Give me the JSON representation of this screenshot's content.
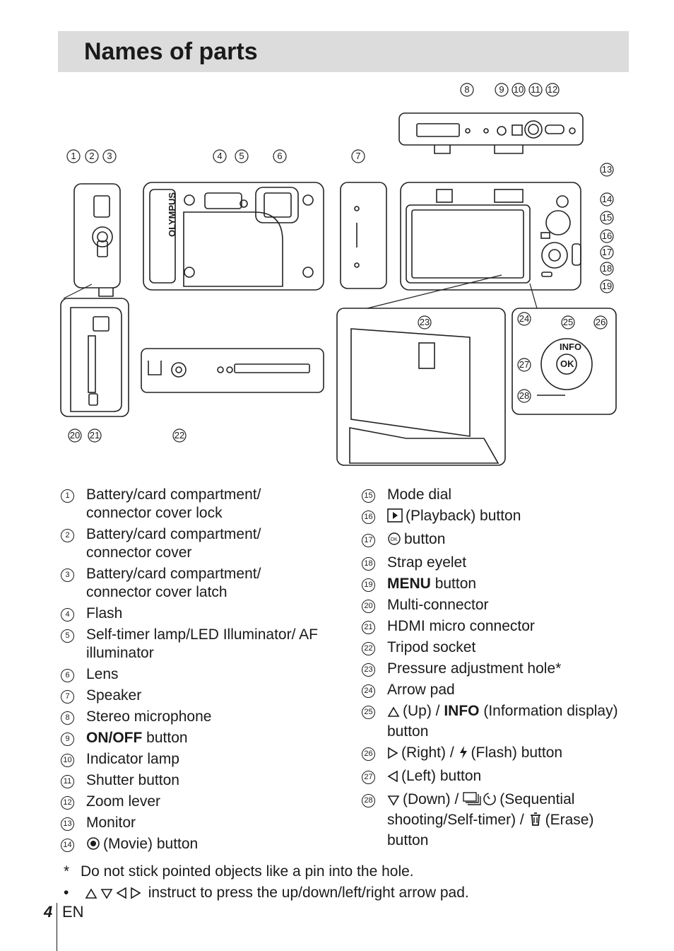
{
  "page": {
    "title": "Names of parts",
    "page_number": "4",
    "language": "EN"
  },
  "figure": {
    "callouts": [
      "1",
      "2",
      "3",
      "4",
      "5",
      "6",
      "7",
      "8",
      "9",
      "10",
      "11",
      "12",
      "13",
      "14",
      "15",
      "16",
      "17",
      "18",
      "19",
      "20",
      "21",
      "22",
      "23",
      "24",
      "25",
      "26",
      "27",
      "28"
    ],
    "camera_brand": "OLYMPUS",
    "arrow_pad": {
      "top": "INFO",
      "center": "OK"
    }
  },
  "parts_left": [
    {
      "num": "1",
      "label": "Battery/card compartment/ connector cover lock"
    },
    {
      "num": "2",
      "label": "Battery/card compartment/ connector cover"
    },
    {
      "num": "3",
      "label": "Battery/card compartment/ connector cover latch"
    },
    {
      "num": "4",
      "label": "Flash"
    },
    {
      "num": "5",
      "label": "Self-timer lamp/LED Illuminator/ AF illuminator"
    },
    {
      "num": "6",
      "label": "Lens"
    },
    {
      "num": "7",
      "label": "Speaker"
    },
    {
      "num": "8",
      "label": "Stereo microphone"
    },
    {
      "num": "9",
      "keyword": "ON/OFF",
      "label": "button"
    },
    {
      "num": "10",
      "label": "Indicator lamp"
    },
    {
      "num": "11",
      "label": "Shutter button"
    },
    {
      "num": "12",
      "label": "Zoom lever"
    },
    {
      "num": "13",
      "label": "Monitor"
    },
    {
      "num": "14",
      "label": "(Movie) button",
      "icon": "movie-icon"
    }
  ],
  "parts_right": [
    {
      "num": "15",
      "label": "Mode dial"
    },
    {
      "num": "16",
      "label": "(Playback) button",
      "icon": "playback-icon"
    },
    {
      "num": "17",
      "label": "button",
      "icon": "ok-icon"
    },
    {
      "num": "18",
      "label": "Strap eyelet"
    },
    {
      "num": "19",
      "keyword": "MENU",
      "label": "button"
    },
    {
      "num": "20",
      "label": "Multi-connector"
    },
    {
      "num": "21",
      "label": "HDMI micro connector"
    },
    {
      "num": "22",
      "label": "Tripod socket"
    },
    {
      "num": "23",
      "label": "Pressure adjustment hole*"
    },
    {
      "num": "24",
      "label": "Arrow pad"
    },
    {
      "num": "25",
      "pre": "(Up) /",
      "keyword": "INFO",
      "label": "(Information display) button",
      "icon": "up-triangle-icon"
    },
    {
      "num": "26",
      "pre": "(Right) /",
      "label": "(Flash) button",
      "icon": "right-triangle-icon",
      "icon2": "flash-icon"
    },
    {
      "num": "27",
      "label": "(Left) button",
      "icon": "left-triangle-icon"
    },
    {
      "num": "28",
      "pre": "(Down) /",
      "label": "(Sequential shooting/Self-timer) /",
      "label2": "(Erase) button",
      "icon": "down-triangle-icon",
      "icon2": "sequential-selftimer-icon",
      "icon3": "trash-icon"
    }
  ],
  "notes": [
    {
      "mark": "*",
      "text": "Do not stick pointed objects like a pin into the hole."
    },
    {
      "mark": "•",
      "text": "instruct to press the up/down/left/right arrow pad.",
      "icons": [
        "up-triangle-icon",
        "down-triangle-icon",
        "left-triangle-icon",
        "right-triangle-icon"
      ]
    }
  ]
}
